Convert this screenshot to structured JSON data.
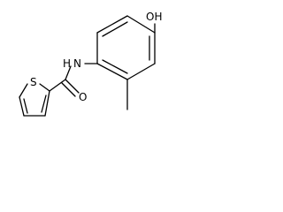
{
  "molecule": {
    "atoms": {
      "hydroxyl": "OH",
      "amide_nitrogen": "N",
      "amide_hydrogen": "H",
      "carbonyl_oxygen": "O",
      "thiophene_sulfur": "S"
    },
    "colors": {
      "bond": "#000000",
      "label": "#000000",
      "background": "#ffffff"
    }
  }
}
